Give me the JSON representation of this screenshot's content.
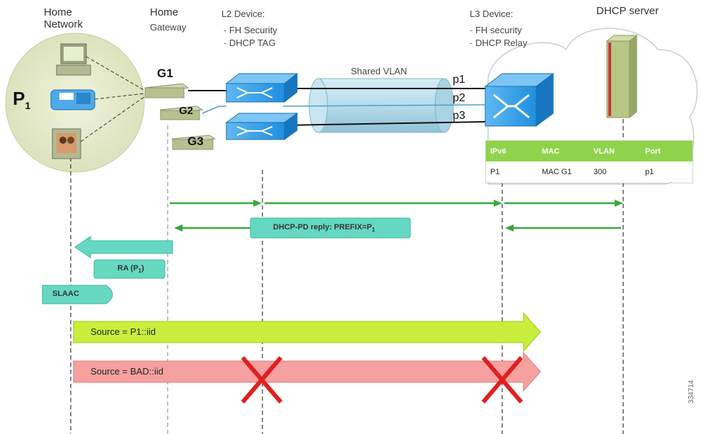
{
  "headers": {
    "home_network": [
      "Home",
      "Network"
    ],
    "home_gateway": [
      "Home",
      "Gateway"
    ],
    "l2_device": "L2 Device:",
    "l2_bullets": [
      "FH Security",
      "DHCP TAG"
    ],
    "l3_device": "L3 Device:",
    "l3_bullets": [
      "FH security",
      "DHCP Relay"
    ],
    "dhcp_server": "DHCP server"
  },
  "labels": {
    "p1_main": "P",
    "p1_sub": "1",
    "g1": "G1",
    "g2": "G2",
    "g3": "G3",
    "shared_vlan": "Shared VLAN",
    "port_p1": "p1",
    "port_p2": "p2",
    "port_p3": "p3"
  },
  "binding_table": {
    "headers": [
      "IPv6",
      "MAC",
      "VLAN",
      "Port"
    ],
    "row": [
      "P1",
      "MAC G1",
      "300",
      "p1"
    ]
  },
  "messages": {
    "dhcp_reply": "DHCP-PD reply: PREFIX=P",
    "dhcp_reply_sub": "1",
    "ra": "RA (P",
    "ra_sub": "1",
    "ra_end": ")",
    "slaac": "SLAAC",
    "source_good": "Source = P1::iid",
    "source_bad": "Source = BAD::iid"
  },
  "figure_id": "334714",
  "colors": {
    "green_arrow": "#3aa83a",
    "teal_box": "#66d8c2",
    "lime_arrow": "#c8ef3c",
    "red_arrow": "#f6a0a0",
    "red_x": "#e02020",
    "switch_blue": "#1f8fe0",
    "table_header": "#8fd34a"
  }
}
